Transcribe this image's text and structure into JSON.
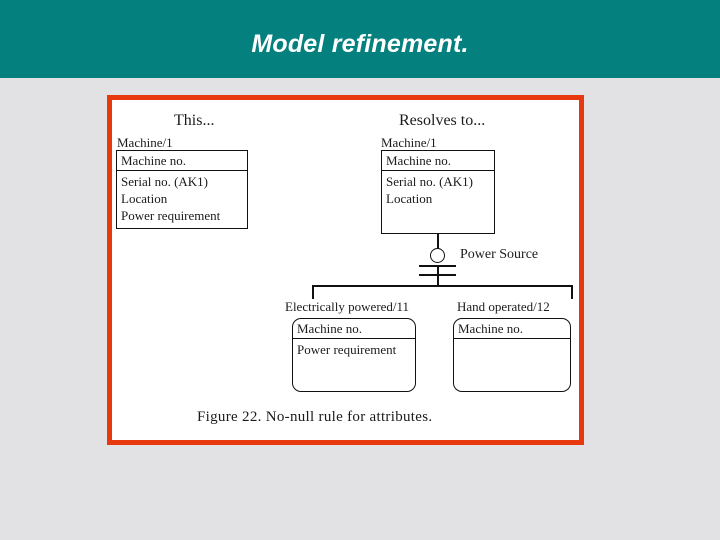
{
  "slide": {
    "title": "Model refinement.",
    "header_color": "#04807F",
    "background_color": "#e2e2e4"
  },
  "figure": {
    "frame_color": "#E8380D",
    "caption": "Figure 22.  No-null rule for attributes.",
    "columns": {
      "left_heading": "This...",
      "right_heading": "Resolves to..."
    },
    "entities": {
      "before": {
        "name": "Machine/1",
        "key": "Machine no.",
        "attributes": [
          "Serial no.  (AK1)",
          "Location",
          "Power requirement"
        ]
      },
      "after_supertype": {
        "name": "Machine/1",
        "key": "Machine no.",
        "attributes": [
          "Serial no.  (AK1)",
          "Location"
        ]
      },
      "subtype_left": {
        "name": "Electrically powered/11",
        "key": "Machine no.",
        "attributes": [
          "Power requirement"
        ]
      },
      "subtype_right": {
        "name": "Hand operated/12",
        "key": "Machine no.",
        "attributes": []
      }
    },
    "relationship": {
      "label": "Power Source",
      "symbol": "subtype-circle"
    }
  }
}
